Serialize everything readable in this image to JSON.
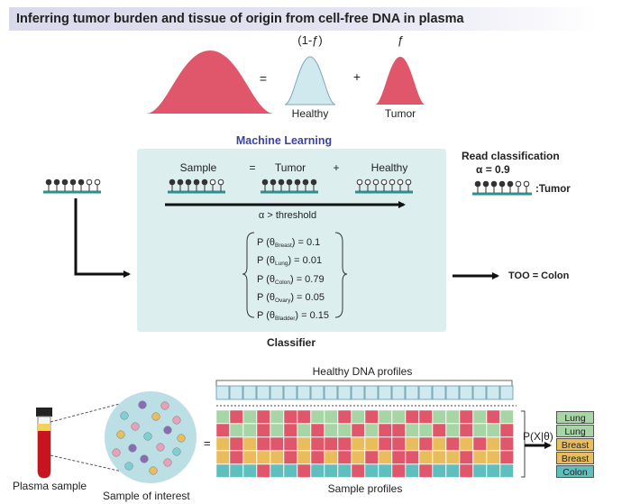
{
  "title": "Inferring tumor burden and tissue of origin from cell-free DNA in plasma",
  "mixture": {
    "healthy_fraction": "(1-ƒ)",
    "tumor_fraction": "ƒ",
    "equals": "=",
    "plus": "+",
    "healthy_label": "Healthy",
    "tumor_label": "Tumor"
  },
  "ml": {
    "title": "Machine Learning",
    "sample": "Sample",
    "equals": "=",
    "tumor": "Tumor",
    "plus": "+",
    "healthy": "Healthy",
    "threshold": "α  >  threshold",
    "classifier": "Classifier",
    "probabilities": [
      {
        "tissue": "Breast",
        "value": "0.1"
      },
      {
        "tissue": "Lung",
        "value": "0.01"
      },
      {
        "tissue": "Colon",
        "value": "0.79"
      },
      {
        "tissue": "Ovary",
        "value": "0.05"
      },
      {
        "tissue": "Bladder",
        "value": "0.15"
      }
    ]
  },
  "read_classification": {
    "title": "Read classification",
    "alpha": "α = 0.9",
    "result": ":Tumor"
  },
  "too": "TOO = Colon",
  "bottom": {
    "healthy_profiles": "Healthy DNA profiles",
    "sample_profiles": "Sample profiles",
    "plasma_sample": "Plasma sample",
    "sample_of_interest": "Sample of interest",
    "equals": "=",
    "pxtheta": "P(X|θ)",
    "legend": [
      "Lung",
      "Lung",
      "Breast",
      "Breast",
      "Colon"
    ]
  },
  "colors": {
    "tumor": "#e0566a",
    "healthy": "#cfe9ef",
    "teal": "#5fbfbf",
    "orange": "#eabd5c",
    "green": "#a8d5a6",
    "red": "#e0566a",
    "box": "#dcefee"
  }
}
